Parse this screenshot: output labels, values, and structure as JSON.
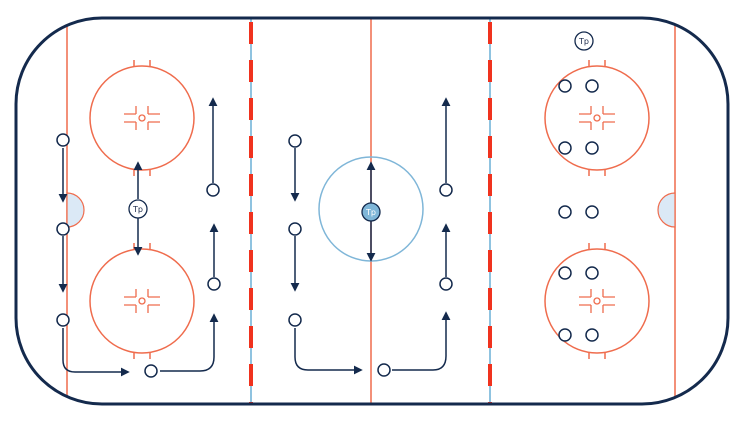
{
  "diagram": {
    "colors": {
      "boards": "#142a4d",
      "red_line": "#ef6c4d",
      "red_dash": "#f0321e",
      "blue_line": "#8fc3e0",
      "center_circle": "#7fb6d8",
      "crease_fill": "#dbe9f6",
      "player": "#142a4d",
      "arrow": "#142a4d"
    },
    "coach_markers": [
      {
        "id": "left",
        "label": "Tp"
      },
      {
        "id": "center",
        "label": "Tp"
      },
      {
        "id": "right",
        "label": "Tp"
      }
    ],
    "faceoff_hash_icon": "faceoff-hash-mark",
    "player_icon": "open-circle",
    "arrow_icon": "arrow-head"
  }
}
